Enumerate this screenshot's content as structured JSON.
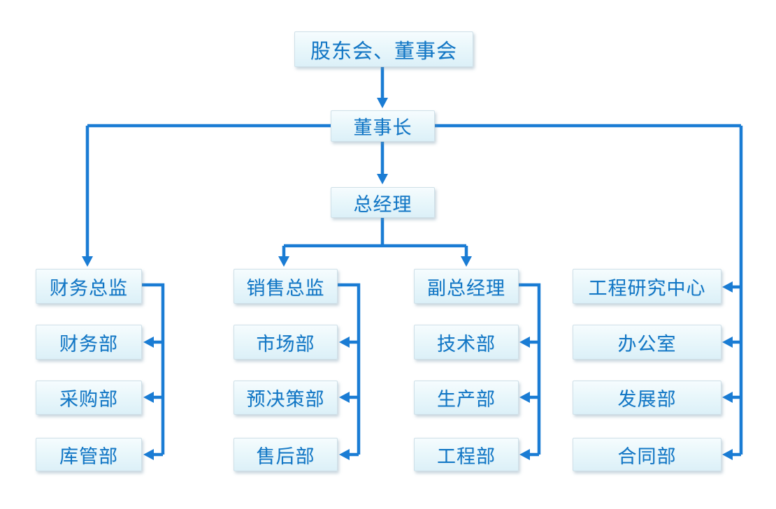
{
  "org_chart": {
    "root": {
      "label": "股东会、董事会"
    },
    "chairman": {
      "label": "董事长"
    },
    "general_manager": {
      "label": "总经理"
    },
    "columns": [
      {
        "head": "财务总监",
        "departments": [
          "财务部",
          "采购部",
          "库管部"
        ]
      },
      {
        "head": "销售总监",
        "departments": [
          "市场部",
          "预决策部",
          "售后部"
        ]
      },
      {
        "head": "副总经理",
        "departments": [
          "技术部",
          "生产部",
          "工程部"
        ]
      },
      {
        "head": "工程研究中心",
        "departments": [
          "办公室",
          "发展部",
          "合同部"
        ]
      }
    ],
    "edges": [
      {
        "from": "股东会、董事会",
        "to": "董事长",
        "arrow": "down"
      },
      {
        "from": "董事长",
        "to": "总经理",
        "arrow": "down"
      },
      {
        "from": "董事长",
        "to": "财务总监",
        "arrow": "down"
      },
      {
        "from": "董事长",
        "to": "工程研究中心",
        "arrow": "left"
      },
      {
        "from": "董事长",
        "to": "办公室",
        "arrow": "left"
      },
      {
        "from": "董事长",
        "to": "发展部",
        "arrow": "left"
      },
      {
        "from": "董事长",
        "to": "合同部",
        "arrow": "left"
      },
      {
        "from": "总经理",
        "to": "销售总监",
        "arrow": "down"
      },
      {
        "from": "总经理",
        "to": "副总经理",
        "arrow": "down"
      },
      {
        "from": "财务总监",
        "to": "财务部",
        "arrow": "left"
      },
      {
        "from": "财务总监",
        "to": "采购部",
        "arrow": "left"
      },
      {
        "from": "财务总监",
        "to": "库管部",
        "arrow": "left"
      },
      {
        "from": "销售总监",
        "to": "市场部",
        "arrow": "left"
      },
      {
        "from": "销售总监",
        "to": "预决策部",
        "arrow": "left"
      },
      {
        "from": "销售总监",
        "to": "售后部",
        "arrow": "left"
      },
      {
        "from": "副总经理",
        "to": "技术部",
        "arrow": "left"
      },
      {
        "from": "副总经理",
        "to": "生产部",
        "arrow": "left"
      },
      {
        "from": "副总经理",
        "to": "工程部",
        "arrow": "left"
      }
    ]
  },
  "colors": {
    "connector": "#1a7cd4",
    "node_text": "#1176c5",
    "node_border": "#cfe0e8",
    "node_background_top": "#f6fcfe",
    "node_background_bottom": "#dcf0f8"
  }
}
